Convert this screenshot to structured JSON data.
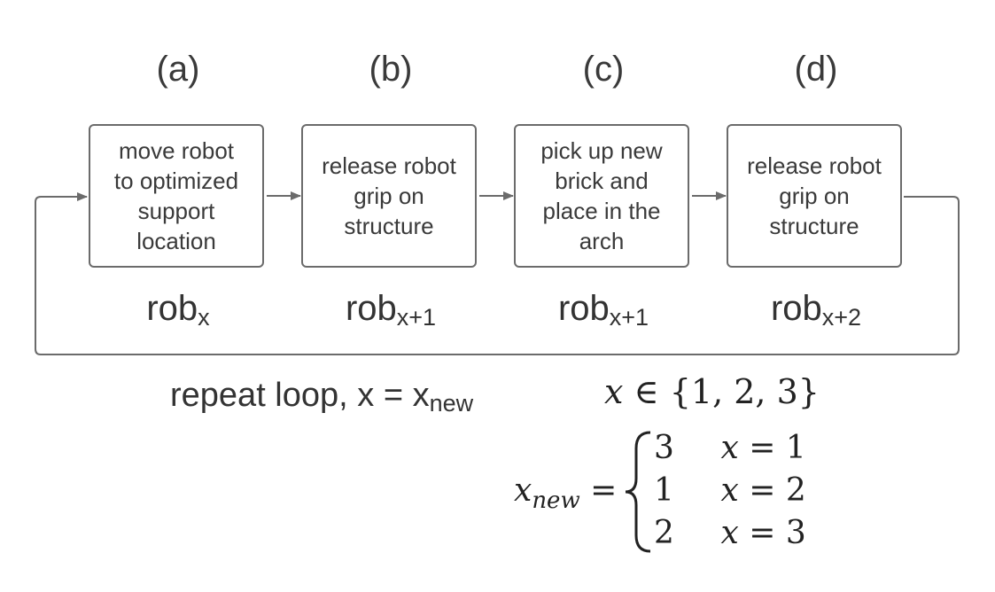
{
  "steps": [
    {
      "letter": "(a)",
      "text": "move robot\nto optimized\nsupport\nlocation",
      "rob_base": "rob",
      "rob_sub": "x"
    },
    {
      "letter": "(b)",
      "text": "release robot\ngrip on\nstructure",
      "rob_base": "rob",
      "rob_sub": "x+1"
    },
    {
      "letter": "(c)",
      "text": "pick up new\nbrick and\nplace in the\narch",
      "rob_base": "rob",
      "rob_sub": "x+1"
    },
    {
      "letter": "(d)",
      "text": "release robot\ngrip on\nstructure",
      "rob_base": "rob",
      "rob_sub": "x+2"
    }
  ],
  "loop": {
    "caption": "repeat loop, x = x",
    "caption_sub": "new"
  },
  "formula": {
    "set_var": "x",
    "set_rest": "∈ {1, 2, 3}",
    "lhs_var": "x",
    "lhs_sub": "new",
    "lhs_eq": "=",
    "cases": [
      {
        "value": "3",
        "cond_var": "x",
        "cond_rest": "= 1"
      },
      {
        "value": "1",
        "cond_var": "x",
        "cond_rest": "= 2"
      },
      {
        "value": "2",
        "cond_var": "x",
        "cond_rest": "= 3"
      }
    ]
  },
  "colors": {
    "box_border": "#6b6b6b",
    "arrow": "#6b6b6b",
    "text": "#333333"
  }
}
